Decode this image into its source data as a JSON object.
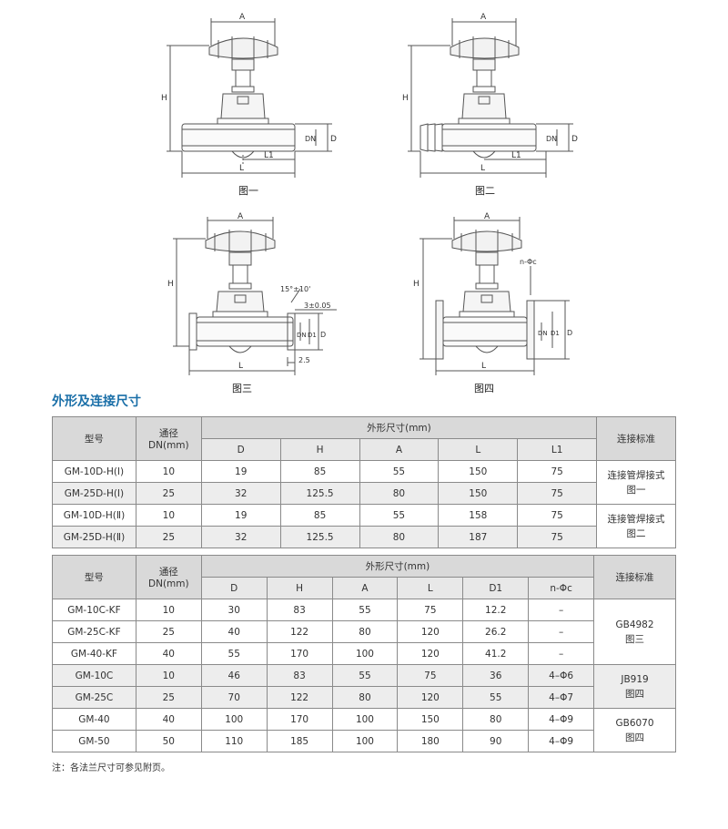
{
  "figures": {
    "fig1": {
      "caption": "图一",
      "labels": {
        "A": "A",
        "H": "H",
        "DN": "DN",
        "D": "D",
        "L1": "L1",
        "L": "L"
      }
    },
    "fig2": {
      "caption": "图二",
      "labels": {
        "A": "A",
        "H": "H",
        "DN": "DN",
        "D": "D",
        "L1": "L1",
        "L": "L"
      }
    },
    "fig3": {
      "caption": "图三",
      "labels": {
        "A": "A",
        "H": "H",
        "DN": "DN",
        "D1": "D1",
        "D": "D",
        "angle": "15°±10'",
        "gap": "3±0.05",
        "t": "2.5",
        "L": "L"
      }
    },
    "fig4": {
      "caption": "图四",
      "labels": {
        "A": "A",
        "H": "H",
        "nc": "n-Φc",
        "DN": "DN",
        "D1": "D1",
        "D": "D",
        "L": "L"
      }
    }
  },
  "section_title": "外形及连接尺寸",
  "table1": {
    "col_model": "型号",
    "col_dn": [
      "通径",
      "DN(mm)"
    ],
    "col_dims": "外形尺寸(mm)",
    "col_std": "连接标准",
    "subcols": [
      "D",
      "H",
      "A",
      "L",
      "L1"
    ],
    "rows": [
      {
        "model": "GM-10D-H(I)",
        "dn": "10",
        "D": "19",
        "H": "85",
        "A": "55",
        "L": "150",
        "L1": "75"
      },
      {
        "model": "GM-25D-H(I)",
        "dn": "25",
        "D": "32",
        "H": "125.5",
        "A": "80",
        "L": "150",
        "L1": "75"
      },
      {
        "model": "GM-10D-H(Ⅱ)",
        "dn": "10",
        "D": "19",
        "H": "85",
        "A": "55",
        "L": "158",
        "L1": "75"
      },
      {
        "model": "GM-25D-H(Ⅱ)",
        "dn": "25",
        "D": "32",
        "H": "125.5",
        "A": "80",
        "L": "187",
        "L1": "75"
      }
    ],
    "std_groups": [
      [
        "连接管焊接式",
        "图一"
      ],
      [
        "连接管焊接式",
        "图二"
      ]
    ]
  },
  "table2": {
    "col_model": "型号",
    "col_dn": [
      "通径",
      "DN(mm)"
    ],
    "col_dims": "外形尺寸(mm)",
    "col_std": "连接标准",
    "subcols": [
      "D",
      "H",
      "A",
      "L",
      "D1",
      "n-Φc"
    ],
    "rows": [
      {
        "model": "GM-10C-KF",
        "dn": "10",
        "D": "30",
        "H": "83",
        "A": "55",
        "L": "75",
        "D1": "12.2",
        "nc": "–"
      },
      {
        "model": "GM-25C-KF",
        "dn": "25",
        "D": "40",
        "H": "122",
        "A": "80",
        "L": "120",
        "D1": "26.2",
        "nc": "–"
      },
      {
        "model": "GM-40-KF",
        "dn": "40",
        "D": "55",
        "H": "170",
        "A": "100",
        "L": "120",
        "D1": "41.2",
        "nc": "–"
      },
      {
        "model": "GM-10C",
        "dn": "10",
        "D": "46",
        "H": "83",
        "A": "55",
        "L": "75",
        "D1": "36",
        "nc": "4–Φ6"
      },
      {
        "model": "GM-25C",
        "dn": "25",
        "D": "70",
        "H": "122",
        "A": "80",
        "L": "120",
        "D1": "55",
        "nc": "4–Φ7"
      },
      {
        "model": "GM-40",
        "dn": "40",
        "D": "100",
        "H": "170",
        "A": "100",
        "L": "150",
        "D1": "80",
        "nc": "4–Φ9"
      },
      {
        "model": "GM-50",
        "dn": "50",
        "D": "110",
        "H": "185",
        "A": "100",
        "L": "180",
        "D1": "90",
        "nc": "4–Φ9"
      }
    ],
    "std_groups": [
      [
        "GB4982",
        "图三"
      ],
      [
        "JB919",
        "图四"
      ],
      [
        "GB6070",
        "图四"
      ]
    ]
  },
  "note": "注：各法兰尺寸可参见附页。"
}
